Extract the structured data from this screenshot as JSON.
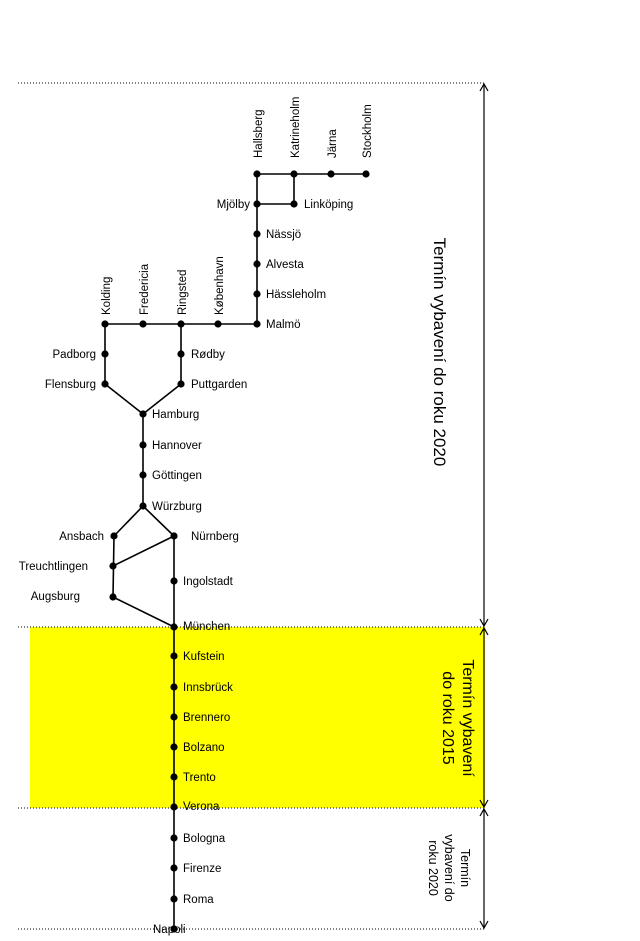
{
  "colors": {
    "highlight": "#ffff00",
    "line": "#000000",
    "background": "#ffffff"
  },
  "stations": {
    "hallsberg": "Hallsberg",
    "katrineholm": "Katrineholm",
    "jarna": "Järna",
    "stockholm": "Stockholm",
    "mjolby": "Mjölby",
    "linkoping": "Linköping",
    "nassjo": "Nässjö",
    "alvesta": "Alvesta",
    "hassleholm": "Hässleholm",
    "malmo": "Malmö",
    "kolding": "Kolding",
    "fredericia": "Fredericia",
    "ringsted": "Ringsted",
    "kobenhavn": "København",
    "padborg": "Padborg",
    "flensburg": "Flensburg",
    "rodby": "Rødby",
    "puttgarden": "Puttgarden",
    "hamburg": "Hamburg",
    "hannover": "Hannover",
    "gottingen": "Göttingen",
    "wurzburg": "Würzburg",
    "ansbach": "Ansbach",
    "nurnberg": "Nürnberg",
    "treuchtlingen": "Treuchtlingen",
    "ingolstadt": "Ingolstadt",
    "augsburg": "Augsburg",
    "munchen": "München",
    "kufstein": "Kufstein",
    "innsbruck": "Innsbrück",
    "brennero": "Brennero",
    "bolzano": "Bolzano",
    "trento": "Trento",
    "verona": "Verona",
    "bologna": "Bologna",
    "firenze": "Firenze",
    "roma": "Roma",
    "napoli": "Napoli"
  },
  "periods": {
    "upper": "Termín vybavení do roku 2020",
    "middle": [
      "Termín vybavení",
      "do roku 2015"
    ],
    "lower": [
      "Termín",
      "vybavení do",
      "roku 2020"
    ]
  }
}
